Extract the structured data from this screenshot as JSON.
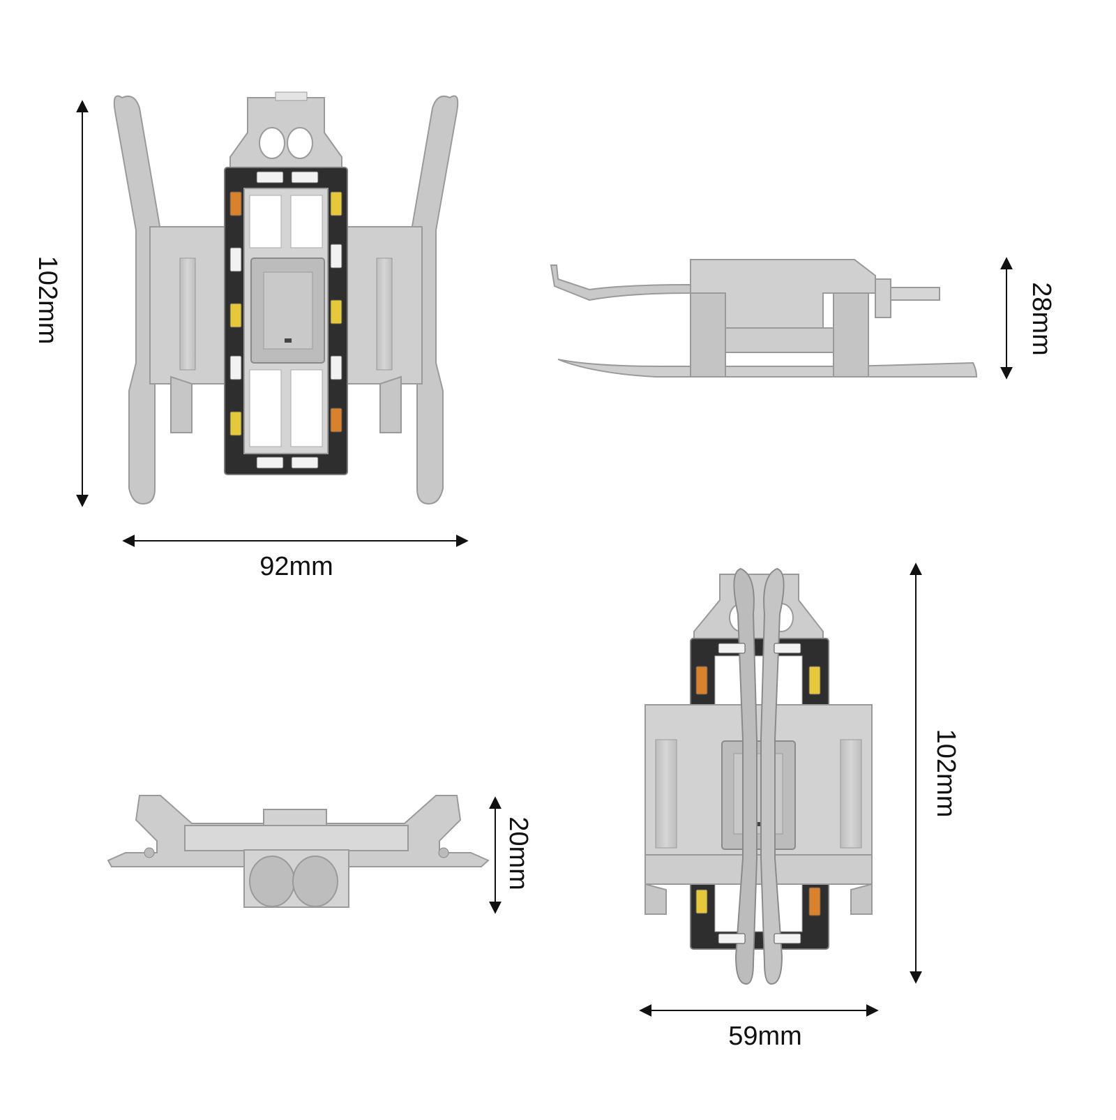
{
  "dimensions": {
    "view1_height": "102mm",
    "view1_width": "92mm",
    "view2_height": "28mm",
    "view3_height": "20mm",
    "view4_height": "102mm",
    "view4_width": "59mm"
  },
  "colors": {
    "plastic": "#c9c9c9",
    "plastic_light": "#dcdcdc",
    "plastic_dark": "#a9a9a9",
    "pcb": "#2f2f2f",
    "led_white": "#f2f2f2",
    "led_yellow": "#e6c93a",
    "led_orange": "#d9822b",
    "dimension_line": "#111111"
  }
}
